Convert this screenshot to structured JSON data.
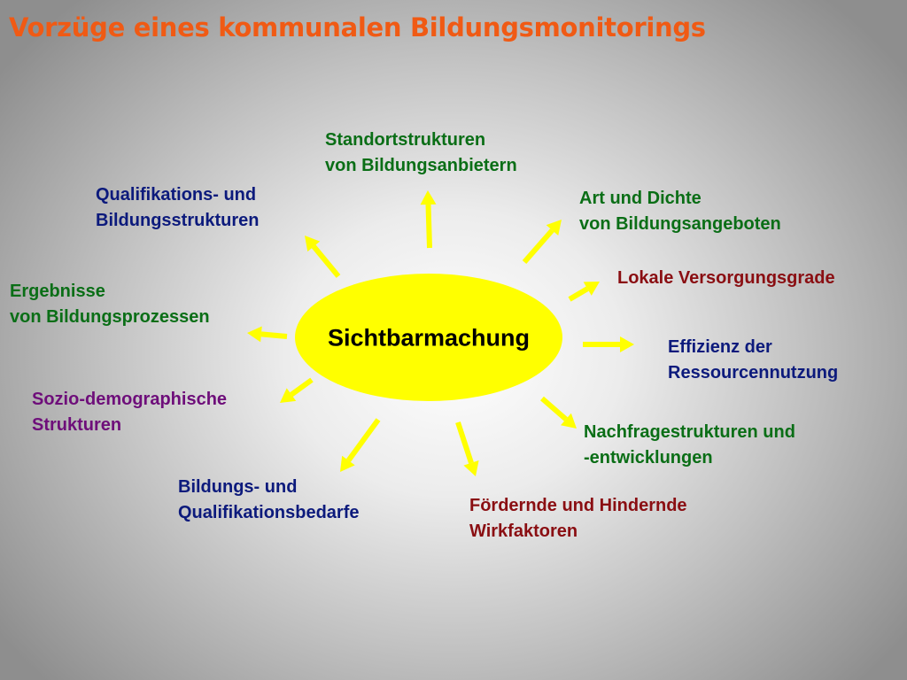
{
  "title": "Vorzüge eines kommunalen Bildungsmonitorings",
  "center": "Sichtbarmachung",
  "colors": {
    "title": "#f05a14",
    "center_fill": "#ffff00",
    "arrow": "#ffff00",
    "blue": "#0c1a7c",
    "green": "#0a6e16",
    "darkred": "#8a0e12",
    "purple": "#6e0e7a"
  },
  "nodes": [
    {
      "id": "standort",
      "lines": [
        "Standortstrukturen",
        "von Bildungsanbietern"
      ],
      "color": "green"
    },
    {
      "id": "art-dichte",
      "lines": [
        "Art und Dichte",
        "von Bildungsangeboten"
      ],
      "color": "green"
    },
    {
      "id": "versorgung",
      "lines": [
        "Lokale Versorgungsgrade"
      ],
      "color": "darkred"
    },
    {
      "id": "effizienz",
      "lines": [
        "Effizienz der",
        "Ressourcennutzung"
      ],
      "color": "blue"
    },
    {
      "id": "nachfrage",
      "lines": [
        "Nachfragestrukturen und",
        "-entwicklungen"
      ],
      "color": "green"
    },
    {
      "id": "wirkfaktoren",
      "lines": [
        "Fördernde und Hindernde",
        "Wirkfaktoren"
      ],
      "color": "darkred"
    },
    {
      "id": "bedarfe",
      "lines": [
        "Bildungs- und",
        "Qualifikationsbedarfe"
      ],
      "color": "blue"
    },
    {
      "id": "sozio",
      "lines": [
        "Sozio-demographische",
        "Strukturen"
      ],
      "color": "purple"
    },
    {
      "id": "ergebnisse",
      "lines": [
        "Ergebnisse",
        "von Bildungsprozessen"
      ],
      "color": "green"
    },
    {
      "id": "qualifikation",
      "lines": [
        "Qualifikations- und",
        "Bildungsstrukturen"
      ],
      "color": "blue"
    }
  ]
}
